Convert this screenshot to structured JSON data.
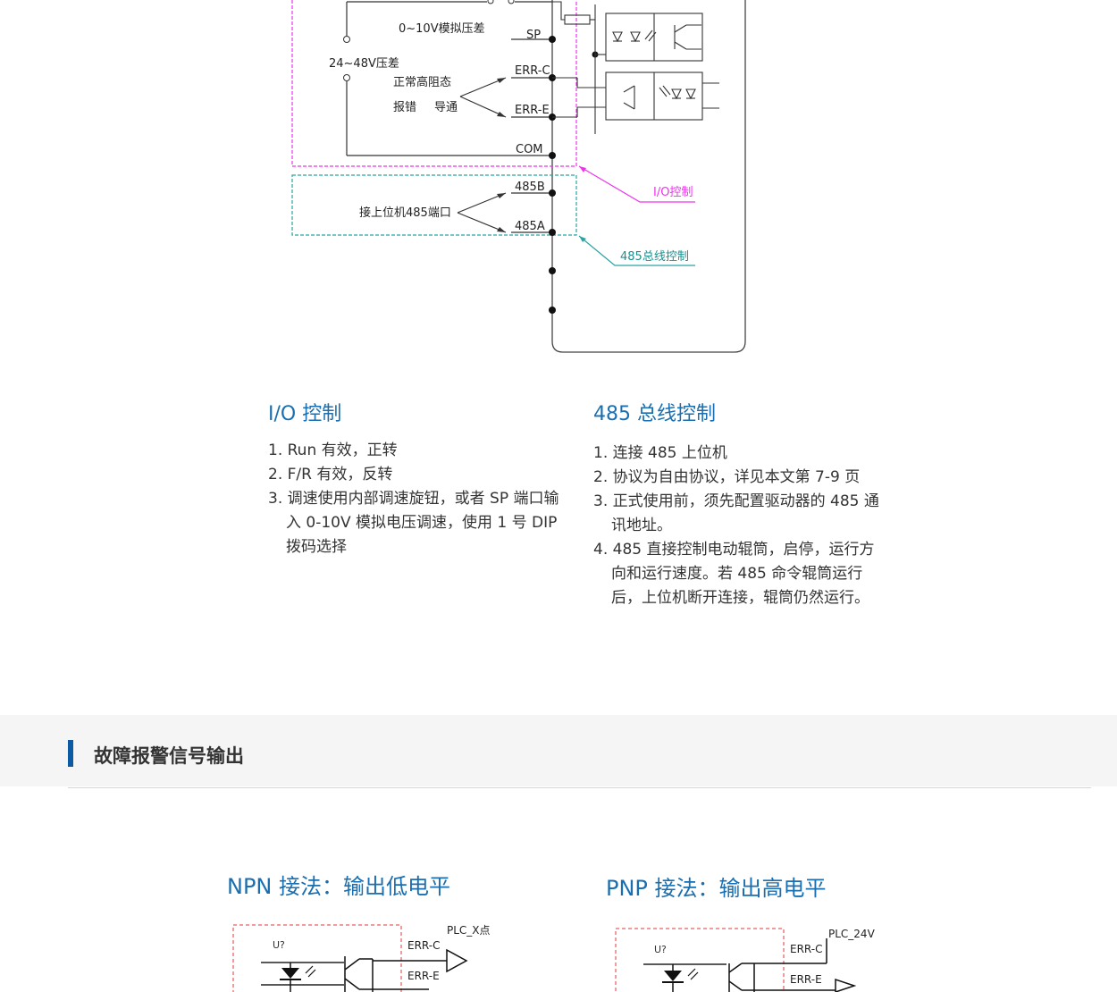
{
  "diagram": {
    "labels": {
      "analog_input": "0~10V模拟压差",
      "sp": "SP",
      "pressure_diff": "24~48V压差",
      "normal_state": "正常高阻态",
      "error": "报错",
      "conduct": "导通",
      "err_c": "ERR-C",
      "err_e": "ERR-E",
      "com": "COM",
      "b485": "485B",
      "host_port": "接上位机485端口",
      "a485": "485A",
      "io_control": "I/O控制",
      "bus_control": "485总线控制"
    },
    "colors": {
      "io_box": "#ee33ee",
      "bus_box": "#2aa3a3",
      "wire": "#333333"
    }
  },
  "io_section": {
    "title": "I/O 控制",
    "items": [
      "1. Run 有效，正转",
      "2. F/R 有效，反转",
      "3. 调速使用内部调速旋钮，或者 SP 端口输入 0-10V 模拟电压调速，使用 1 号 DIP 拨码选择"
    ]
  },
  "bus_section": {
    "title": "485 总线控制",
    "items": [
      "1. 连接 485 上位机",
      "2. 协议为自由协议，详见本文第 7-9 页",
      "3. 正式使用前，须先配置驱动器的 485 通讯地址。",
      "4. 485 直接控制电动辊筒，启停，运行方向和运行速度。若 485 命令辊筒运行后，上位机断开连接，辊筒仍然运行。"
    ]
  },
  "fault_section": {
    "title": "故障报警信号输出",
    "accent": "#0b5aa3",
    "npn": {
      "title": "NPN 接法：输出低电平",
      "component": "U?",
      "err_c": "ERR-C",
      "err_e": "ERR-E",
      "plc": "PLC_X点"
    },
    "pnp": {
      "title": "PNP 接法：输出高电平",
      "component": "U?",
      "err_c": "ERR-C",
      "err_e": "ERR-E",
      "plc": "PLC_24V"
    }
  }
}
